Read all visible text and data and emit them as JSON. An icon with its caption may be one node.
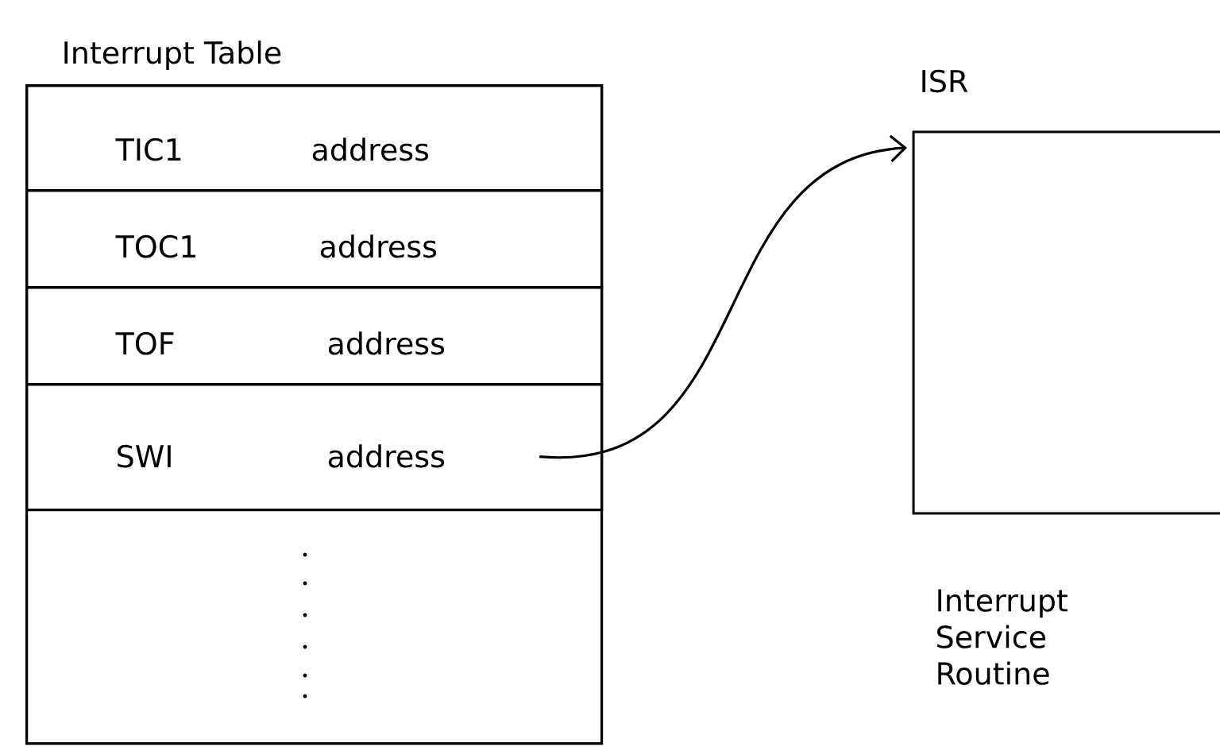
{
  "diagram": {
    "nodes": [
      {
        "text": [
          "Interrupt Table"
        ]
      },
      {
        "text": [
          "TIC1",
          "address"
        ],
        "in": 0
      },
      {
        "text": [
          "TOC1",
          "address"
        ],
        "in": 0
      },
      {
        "text": [
          "TOF",
          "address"
        ],
        "in": 0
      },
      {
        "text": [
          "SWI",
          "address"
        ],
        "in": 0
      },
      {
        "text": [
          "ISR"
        ],
        "beside": [
          "Interrupt Service Routine"
        ]
      }
    ],
    "edges": [
      {
        "from": 4,
        "to": 5,
        "arrow": "to"
      }
    ]
  }
}
